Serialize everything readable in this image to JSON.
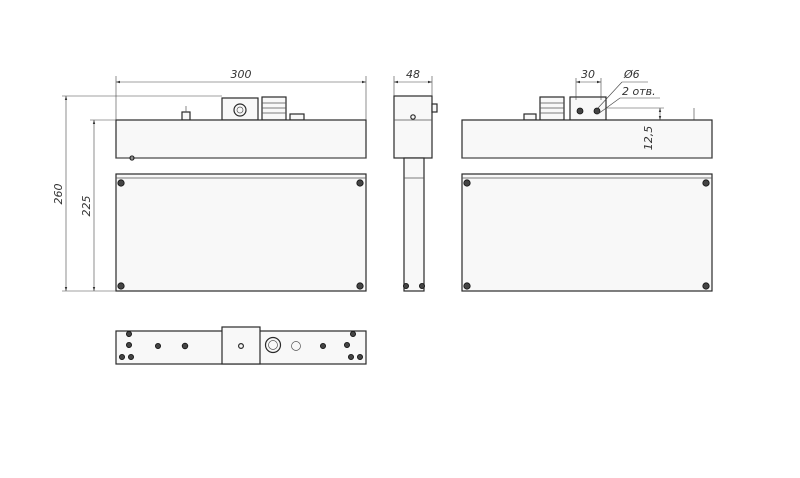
{
  "dimensions": {
    "front_width": "300",
    "total_height": "260",
    "body_height": "225",
    "side_depth": "48",
    "hole_spacing": "30",
    "hole_diameter": "Ø6",
    "hole_count": "2 отв.",
    "offset": "12,5"
  },
  "colors": {
    "line": "#2a2a2a",
    "fill": "#f8f8f8",
    "background": "#ffffff"
  }
}
